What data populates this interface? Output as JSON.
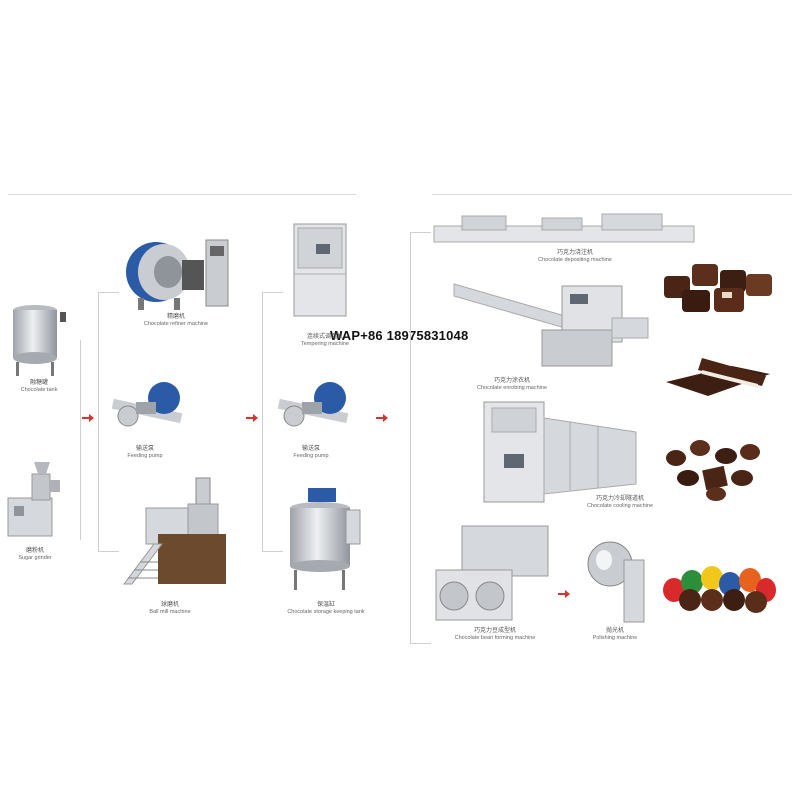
{
  "watermark": "WAP+86 18975831048",
  "stages": [
    {
      "cn": "融糖罐",
      "en": "Chocolate tank"
    },
    {
      "cn": "磨粉机",
      "en": "Sugar grinder"
    },
    {
      "cn": "精磨机",
      "en": "Chocolate refiner machine"
    },
    {
      "cn": "输送泵",
      "en": "Feeding pump"
    },
    {
      "cn": "球磨机",
      "en": "Ball mill machine"
    },
    {
      "cn": "连续式调温机",
      "en": "Tempering machine"
    },
    {
      "cn": "输送泵",
      "en": "Feeding pump"
    },
    {
      "cn": "保温缸",
      "en": "Chocolate storage keeping tank"
    },
    {
      "cn": "巧克力浇注机",
      "en": "Chocolate depositing machine"
    },
    {
      "cn": "巧克力涂衣机",
      "en": "Chocolate enrobing machine"
    },
    {
      "cn": "巧克力冷却隧道机",
      "en": "Chocolate cooling machine"
    },
    {
      "cn": "巧克力豆成型机",
      "en": "Chocolate bean forming machine"
    },
    {
      "cn": "抛光机",
      "en": "Polishing machine"
    }
  ],
  "colors": {
    "steel": "#c9ccd1",
    "steel_dark": "#8f949b",
    "blue": "#2b5aa6",
    "arrow": "#d9342b",
    "chocolate": "#4a2516"
  }
}
